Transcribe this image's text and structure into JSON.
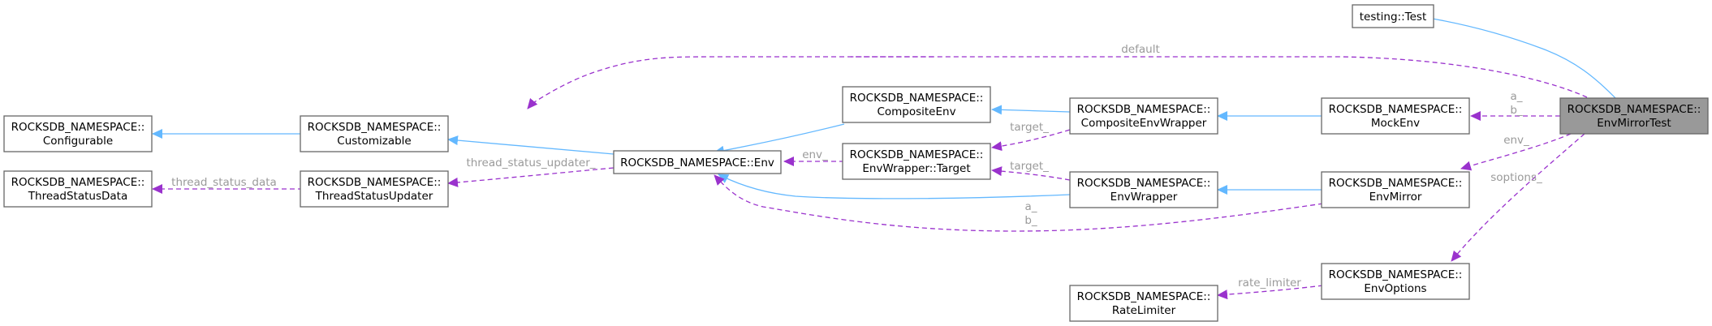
{
  "colors": {
    "inherit_edge": "#63b8ff",
    "usage_edge": "#9a32cd",
    "label_text": "#9a9a9a",
    "node_border": "#666666",
    "focus_fill": "#999999"
  },
  "nodes": {
    "testing_test": {
      "lines": [
        "testing::Test"
      ]
    },
    "configurable": {
      "lines": [
        "ROCKSDB_NAMESPACE::",
        "Configurable"
      ]
    },
    "threadstatusdata": {
      "lines": [
        "ROCKSDB_NAMESPACE::",
        "ThreadStatusData"
      ]
    },
    "customizable": {
      "lines": [
        "ROCKSDB_NAMESPACE::",
        "Customizable"
      ]
    },
    "threadstatusupdater": {
      "lines": [
        "ROCKSDB_NAMESPACE::",
        "ThreadStatusUpdater"
      ]
    },
    "env": {
      "lines": [
        "ROCKSDB_NAMESPACE::Env"
      ]
    },
    "compositeenv": {
      "lines": [
        "ROCKSDB_NAMESPACE::",
        "CompositeEnv"
      ]
    },
    "envwrapper_target": {
      "lines": [
        "ROCKSDB_NAMESPACE::",
        "EnvWrapper::Target"
      ]
    },
    "compositeenvwrapper": {
      "lines": [
        "ROCKSDB_NAMESPACE::",
        "CompositeEnvWrapper"
      ]
    },
    "envwrapper": {
      "lines": [
        "ROCKSDB_NAMESPACE::",
        "EnvWrapper"
      ]
    },
    "ratelimiter": {
      "lines": [
        "ROCKSDB_NAMESPACE::",
        "RateLimiter"
      ]
    },
    "mockenv": {
      "lines": [
        "ROCKSDB_NAMESPACE::",
        "MockEnv"
      ]
    },
    "envmirror": {
      "lines": [
        "ROCKSDB_NAMESPACE::",
        "EnvMirror"
      ]
    },
    "envoptions": {
      "lines": [
        "ROCKSDB_NAMESPACE::",
        "EnvOptions"
      ]
    },
    "envmirrortest": {
      "lines": [
        "ROCKSDB_NAMESPACE::",
        "EnvMirrorTest"
      ]
    }
  },
  "edge_labels": {
    "default": [
      "default"
    ],
    "thread_status_data": [
      "thread_status_data"
    ],
    "thread_status_updater": [
      "thread_status_updater_"
    ],
    "env": [
      "env_"
    ],
    "target_composite": [
      "target_"
    ],
    "target_wrapper": [
      "target_"
    ],
    "ab_envmirror": [
      "a_",
      "b_"
    ],
    "ab_mockenv": [
      "a_",
      "b_"
    ],
    "env_test": [
      "env_"
    ],
    "soptions": [
      "soptions_"
    ],
    "rate_limiter": [
      "rate_limiter"
    ]
  }
}
